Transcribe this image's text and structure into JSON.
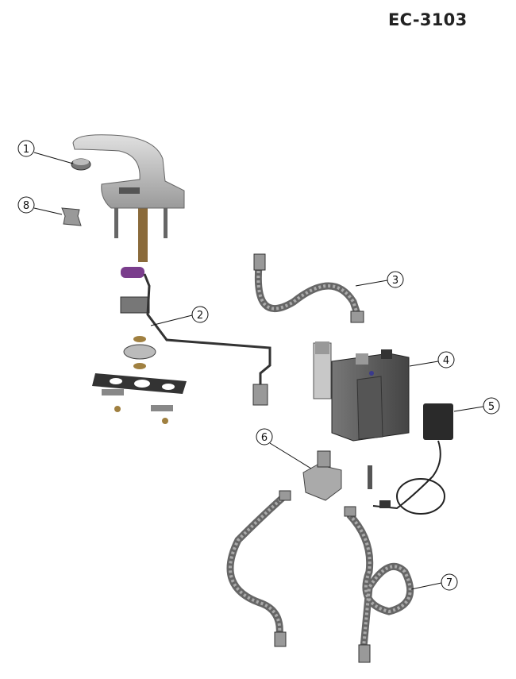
{
  "header": {
    "model_number": "EC-3103"
  },
  "callouts": [
    {
      "label": "1",
      "part": "aerator"
    },
    {
      "label": "2",
      "part": "sensor-cable"
    },
    {
      "label": "3",
      "part": "supply-hose"
    },
    {
      "label": "4",
      "part": "control-box"
    },
    {
      "label": "5",
      "part": "power-adapter"
    },
    {
      "label": "6",
      "part": "tee-valve"
    },
    {
      "label": "7",
      "part": "supply-hoses"
    },
    {
      "label": "8",
      "part": "gasket"
    }
  ],
  "colors": {
    "part_gray": "#9a9a9a",
    "dark_gray": "#4a4a4a",
    "accent_purple": "#7a3d8c",
    "brass": "#8a6a3a"
  }
}
